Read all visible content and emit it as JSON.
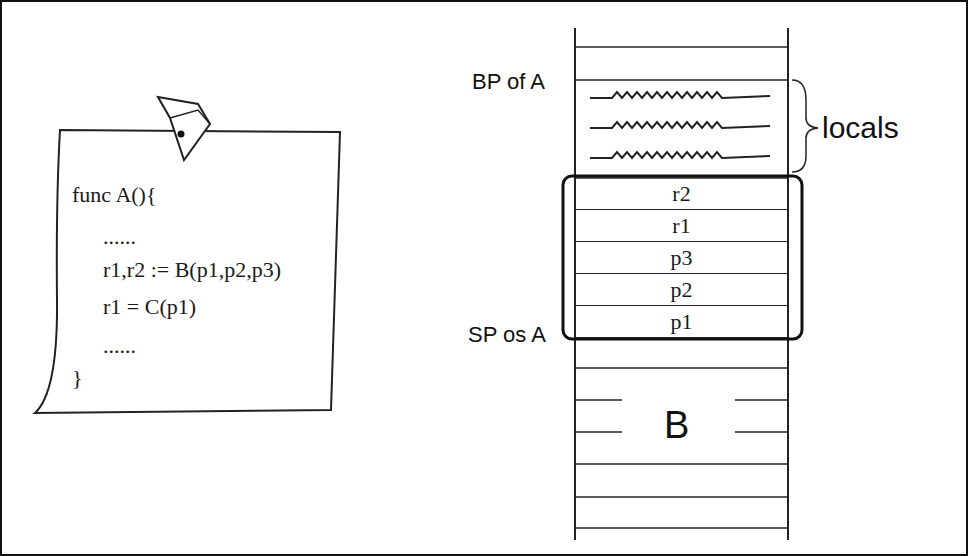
{
  "diagram": {
    "nodes": [
      {
        "text": [
          "func A(){",
          "......",
          "r1,r2 := B(p1,p2,p3)",
          "r1 = C(p1)",
          "......",
          "}"
        ]
      },
      {
        "text": [
          "r2"
        ]
      },
      {
        "text": [
          "r1"
        ]
      },
      {
        "text": [
          "p3"
        ]
      },
      {
        "text": [
          "p2"
        ]
      },
      {
        "text": [
          "p1"
        ]
      }
    ],
    "labels": [
      "BP of A",
      "locals",
      "SP os A",
      "B"
    ]
  }
}
